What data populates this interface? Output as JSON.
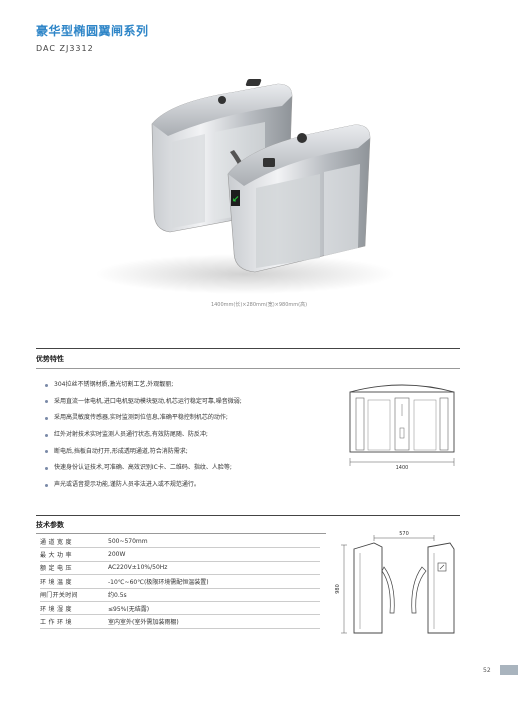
{
  "header": {
    "title": "豪华型椭圆翼闸系列",
    "model": "DAC  ZJ3312"
  },
  "hero": {
    "dimensions_caption": "1400mm(长)×280mm(宽)×980mm(高)"
  },
  "advantages": {
    "heading": "优势特性",
    "items": [
      "304拉丝不锈钢材质,激光切割工艺,外观靓丽;",
      "采用直流一体电机,进口电机驱动模块驱动,机芯运行稳定可靠,噪音微弱;",
      "采用高灵敏度传感器,实时监测到位信息,准确平稳控制机芯的动作;",
      "红外对射技术实时监测人员通行状态,有效防尾随、防反冲;",
      "断电后,挡板自动打开,形成透明通道,符合消防需求;",
      "快速身份认证技术,可准确、高效识别IC卡、二维码、指纹、人脸等;",
      "声光或语音提示功能,谨防人员非法进入或不规范通行。"
    ]
  },
  "specs": {
    "heading": "技术参数",
    "rows": [
      {
        "key": "通 道 宽 度",
        "value": "500~570mm"
      },
      {
        "key": "最 大 功 率",
        "value": "200W"
      },
      {
        "key": "额 定 电 压",
        "value": "AC220V±10%/50Hz"
      },
      {
        "key": "环 境 温 度",
        "value": "-10℃~60℃(极限环境需配恒温装置)"
      },
      {
        "key": "闸门开关时间",
        "value": "约0.5s"
      },
      {
        "key": "环 境 湿 度",
        "value": "≤95%(无结露)"
      },
      {
        "key": "工 作 环 境",
        "value": "室内室外(室外需加装雨棚)"
      }
    ]
  },
  "drawings": {
    "front_width": "1400",
    "side_width": "570",
    "side_height": "980"
  },
  "footer": {
    "page_number": "52"
  },
  "colors": {
    "title_blue": "#2f86c8",
    "page_tab": "#a9b4be",
    "indicator_green": "#27c23a"
  }
}
